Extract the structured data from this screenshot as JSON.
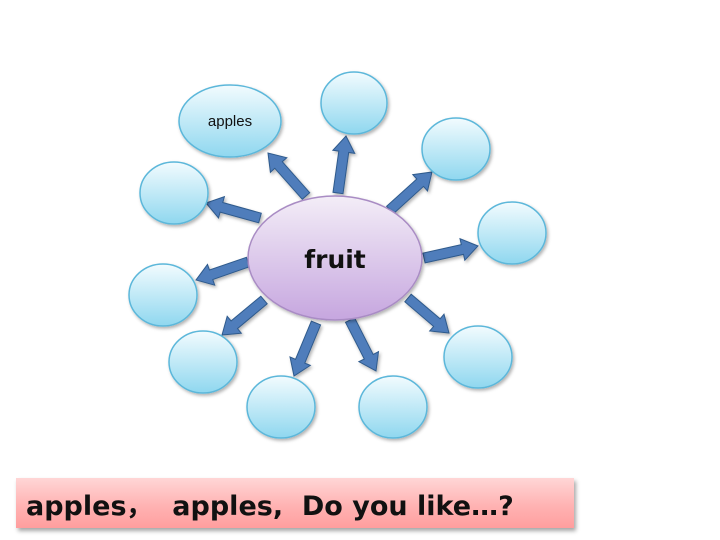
{
  "diagram": {
    "center_label": "fruit",
    "node_labels": [
      "apples",
      "",
      "",
      "",
      "",
      "",
      "",
      "",
      "",
      "",
      ""
    ]
  },
  "sentence": {
    "text": "apples，  apples,  Do you like…?"
  },
  "colors": {
    "center_fill_top": "#f3edf7",
    "center_fill_bottom": "#c6a6df",
    "bubble_fill_top": "#f2fbfe",
    "bubble_fill_bottom": "#8fd7ef",
    "bubble_stroke": "#5bb7da",
    "arrow_fill": "#4f7dbb",
    "arrow_stroke": "#2f5a8c"
  }
}
